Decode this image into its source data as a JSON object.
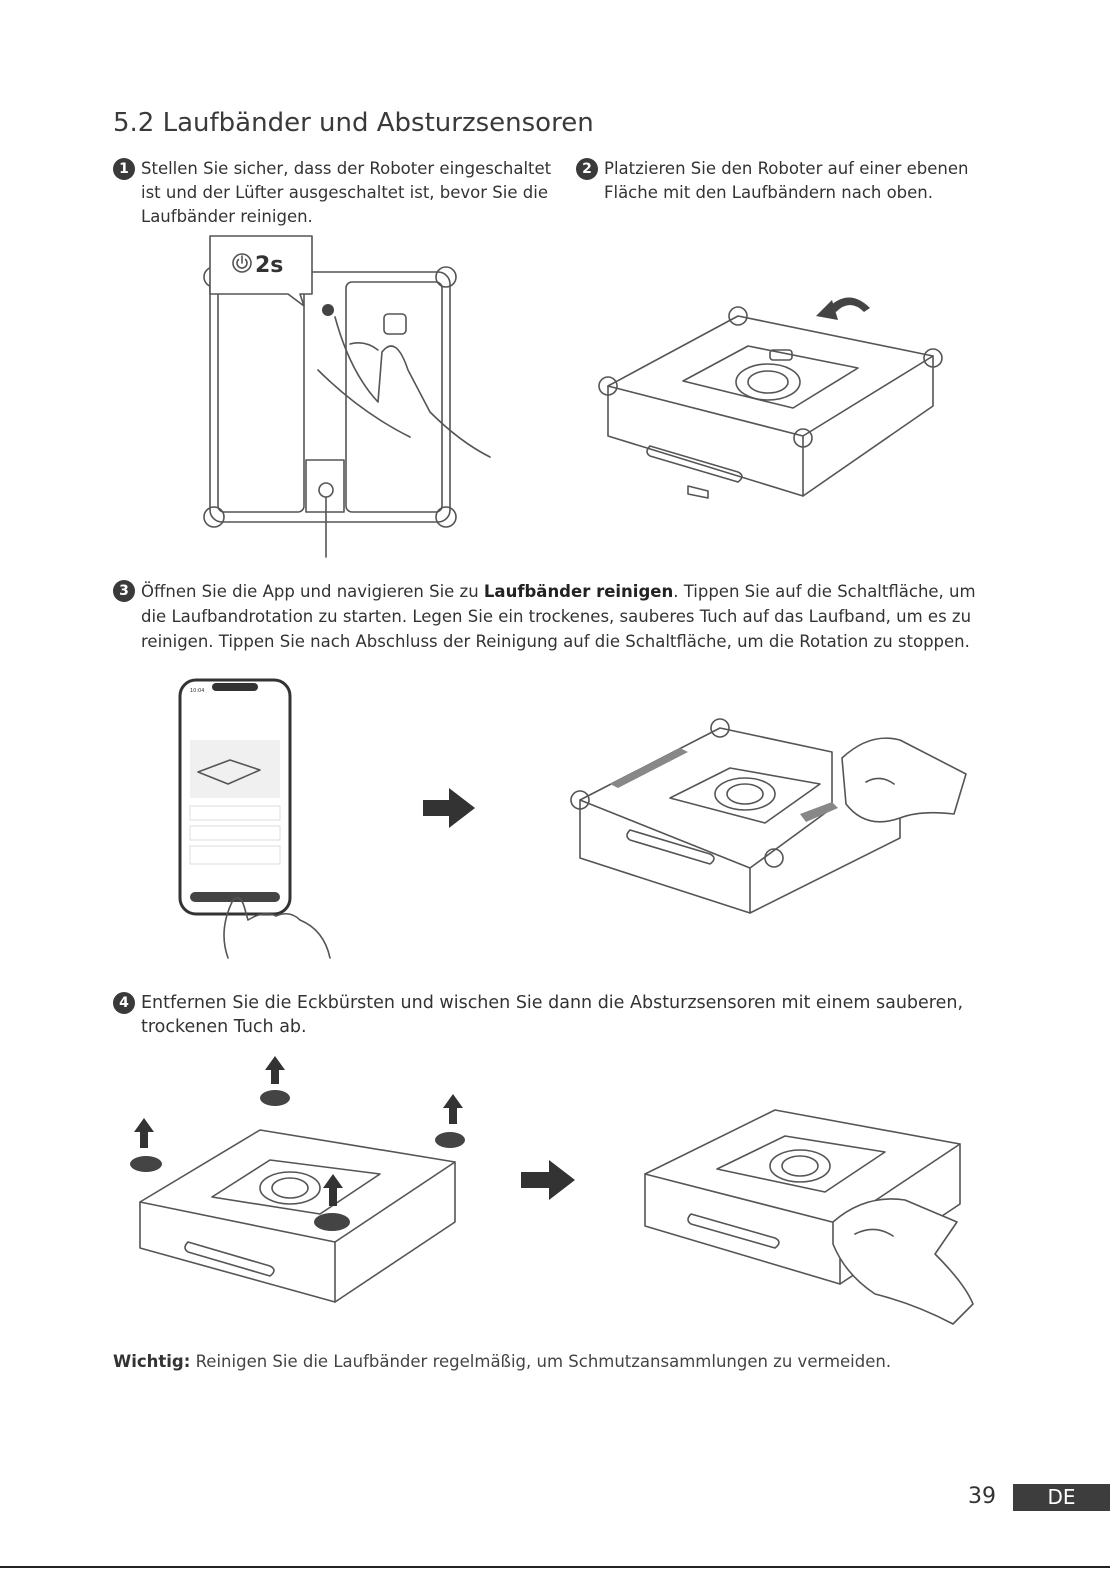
{
  "section_title": "5.2 Laufbänder und Absturzsensoren",
  "steps": [
    {
      "number": "1",
      "text": "Stellen Sie sicher, dass der Roboter eingeschaltet ist und der Lüfter ausgeschaltet ist, bevor Sie die Laufbänder reinigen."
    },
    {
      "number": "2",
      "text": "Platzieren Sie den Roboter auf einer ebenen Fläche mit den Laufbändern nach oben."
    },
    {
      "number": "3",
      "text_before": "Öffnen Sie die App und navigieren Sie zu ",
      "text_bold": "Laufbänder reinigen",
      "text_after": ". Tippen Sie auf die Schaltfläche, um die Laufbandrotation zu starten. Legen Sie ein trockenes, sauberes Tuch auf das Laufband, um es zu reinigen. Tippen Sie nach Abschluss der Reinigung auf die Schaltfläche, um die Rotation zu stoppen."
    },
    {
      "number": "4",
      "text": "Entfernen Sie die Eckbürsten und wischen Sie dann die Absturzsensoren mit einem sauberen, trockenen Tuch ab."
    }
  ],
  "callout_press_time": "2s",
  "phone_time": "10:04",
  "note": {
    "label": "Wichtig:",
    "text": " Reinigen Sie die Laufbänder regelmäßig, um Schmutzansammlungen zu vermeiden."
  },
  "page_number": "39",
  "language_tab": "DE",
  "icons": [
    "power-icon",
    "curved-arrow-icon",
    "right-arrow-icon",
    "up-arrow-icon"
  ],
  "colors": {
    "text": "#333333",
    "badge": "#3a3a3a",
    "lang_tab": "#3d3d3d"
  }
}
